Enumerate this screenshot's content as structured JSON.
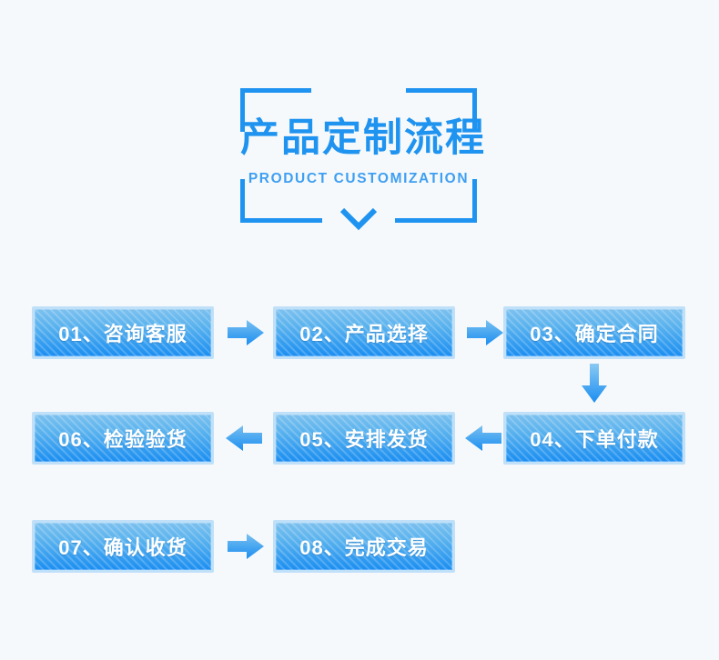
{
  "background_color": "#f6f9fb",
  "accent_color": "#1f93f0",
  "box_colors": {
    "gradient_top": "#7cc1ef",
    "gradient_bottom": "#1b8ef1",
    "border": "#bfe0f8",
    "text": "#ffffff"
  },
  "header": {
    "title": "产品定制流程",
    "subtitle": "PRODUCT CUSTOMIZATION",
    "chevron_icon": "chevron-down-icon",
    "frame_icon": "corner-bracket-frame"
  },
  "flow": {
    "rows": [
      {
        "direction": "left-to-right",
        "steps": [
          {
            "number": "01",
            "sep": "、",
            "name": "咨询客服",
            "label": "01、咨询客服"
          },
          {
            "number": "02",
            "sep": "、",
            "name": "产品选择",
            "label": "02、产品选择"
          },
          {
            "number": "03",
            "sep": "、",
            "name": "确定合同",
            "label": "03、确定合同"
          }
        ],
        "connectors": [
          "arrow-right-icon",
          "arrow-right-icon"
        ]
      },
      {
        "direction": "right-to-left",
        "steps": [
          {
            "number": "06",
            "sep": "、",
            "name": "检验验货",
            "label": "06、检验验货"
          },
          {
            "number": "05",
            "sep": "、",
            "name": "安排发货",
            "label": "05、安排发货"
          },
          {
            "number": "04",
            "sep": "、",
            "name": "下单付款",
            "label": "04、下单付款"
          }
        ],
        "connectors": [
          "arrow-left-icon",
          "arrow-left-icon"
        ]
      },
      {
        "direction": "left-to-right",
        "steps": [
          {
            "number": "07",
            "sep": "、",
            "name": "确认收货",
            "label": "07、确认收货"
          },
          {
            "number": "08",
            "sep": "、",
            "name": "完成交易",
            "label": "08、完成交易"
          }
        ],
        "connectors": [
          "arrow-right-icon"
        ]
      }
    ],
    "row_connector": "arrow-down-icon"
  }
}
